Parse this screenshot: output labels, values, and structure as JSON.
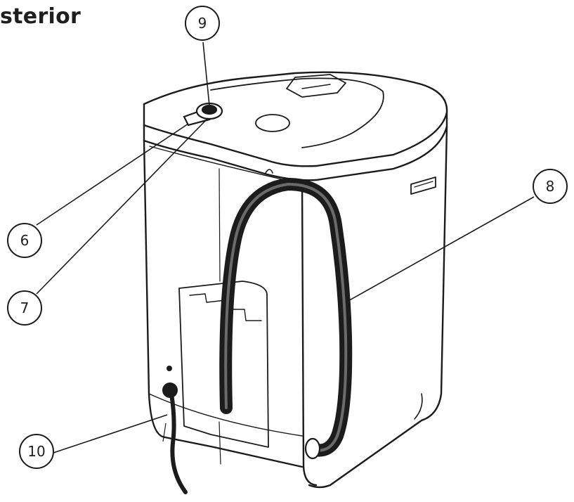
{
  "title": "sterior",
  "callouts": [
    {
      "id": "c6",
      "label": "6"
    },
    {
      "id": "c7",
      "label": "7"
    },
    {
      "id": "c8",
      "label": "8"
    },
    {
      "id": "c9",
      "label": "9"
    },
    {
      "id": "c10",
      "label": "10"
    }
  ]
}
